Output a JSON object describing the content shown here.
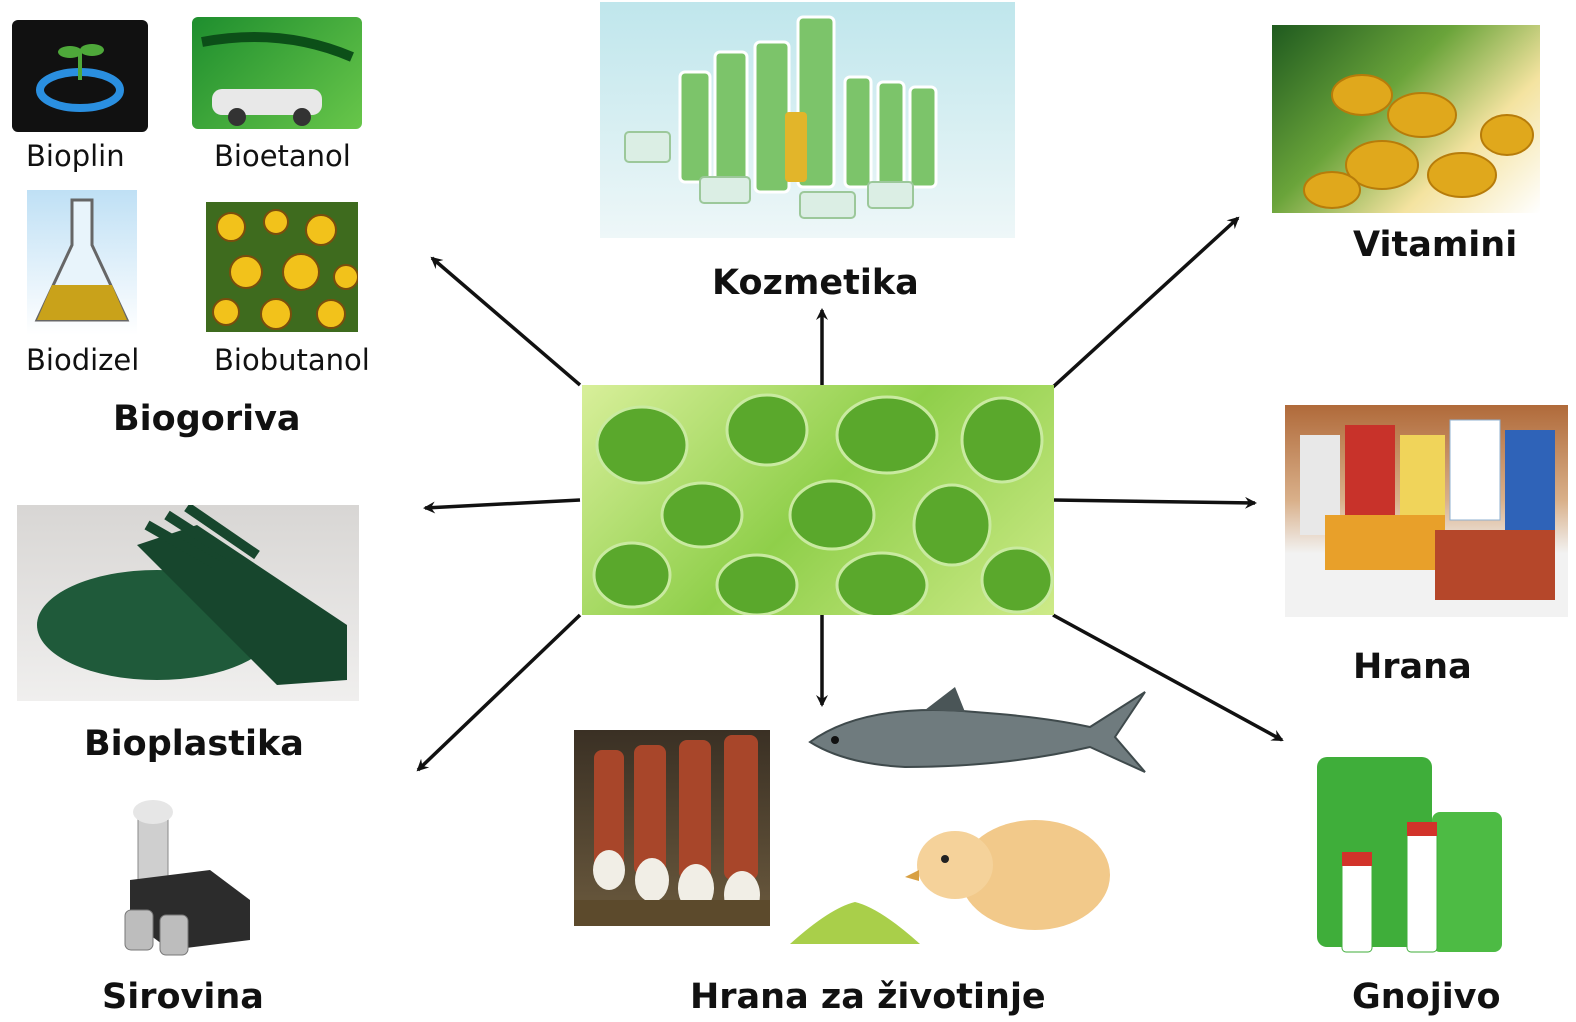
{
  "center": {
    "name": "microalgae-center"
  },
  "biofuels": {
    "title": "Biogoriva",
    "items": [
      "Bioplin",
      "Bioetanol",
      "Biodizel",
      "Biobutanol"
    ]
  },
  "labels": {
    "kozmetika": "Kozmetika",
    "vitamini": "Vitamini",
    "hrana": "Hrana",
    "bioplastika": "Bioplastika",
    "sirovina": "Sirovina",
    "hrana_za_zivotinje": "Hrana za životinje",
    "gnojivo": "Gnojivo"
  },
  "colors": {
    "algae_green": "#7cc43a",
    "algae_dark": "#2e7d22",
    "arrow": "#111111",
    "plastic_green": "#1f5a3a",
    "vitamin_gold": "#d9a21c",
    "fertilizer_green": "#3fae3a"
  }
}
